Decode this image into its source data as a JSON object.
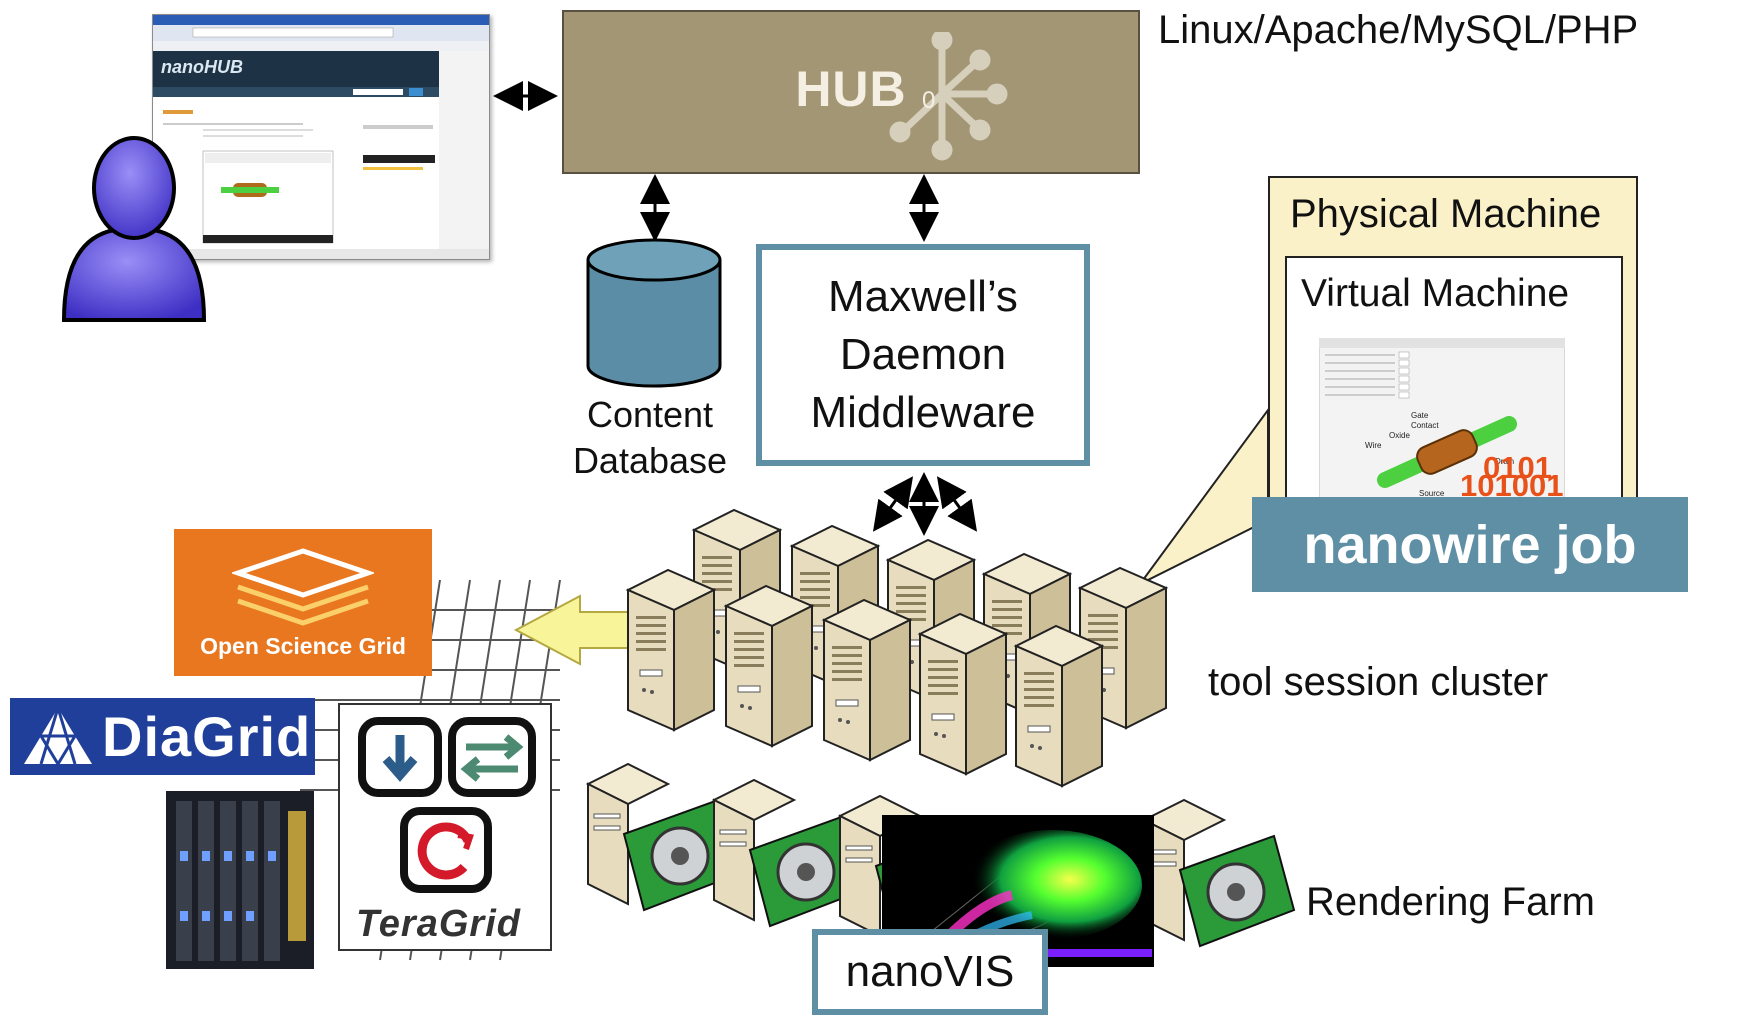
{
  "labels": {
    "stack": "Linux/Apache/MySQL/PHP",
    "hub_logo": "HUB",
    "hub_sub": "0",
    "content_database_line1": "Content",
    "content_database_line2": "Database",
    "middleware": "Maxwell’s\nDaemon\nMiddleware",
    "physical_machine": "Physical Machine",
    "virtual_machine": "Virtual Machine",
    "nanowire_job": "nanowire job",
    "binary_top": "0101",
    "binary_bottom": "101001",
    "cluster": "tool session cluster",
    "rendering_farm": "Rendering Farm",
    "nanovis": "nanoVIS",
    "osg": "Open Science Grid",
    "diagrid": "DiaGrid",
    "teragrid": "TeraGrid",
    "nanohub_logo": "nanoHUB",
    "wire_labels": [
      "Gate",
      "Contact",
      "Oxide",
      "Wire",
      "Drain",
      "Source"
    ]
  },
  "colors": {
    "accent": "#5f8fa5",
    "hub": "#a39675",
    "osg": "#e8771f",
    "diagrid": "#1f3f9a",
    "callout": "#fbf1c8",
    "server": "#e9dfc4"
  },
  "icons": [
    "user-icon",
    "database-icon",
    "server-icon",
    "graphics-card-icon",
    "arrow-icon"
  ]
}
